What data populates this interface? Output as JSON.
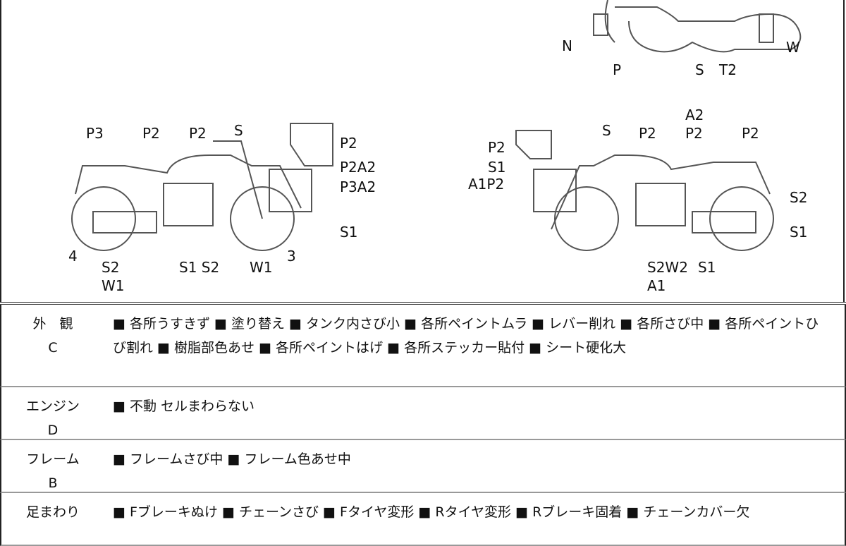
{
  "top_view": {
    "labels": [
      "N",
      "P",
      "S",
      "T2",
      "W"
    ]
  },
  "left_view": {
    "labels": [
      "P3",
      "P2",
      "P2",
      "S",
      "P2",
      "P2A2",
      "P3A2",
      "S1",
      "4",
      "S2",
      "W1",
      "S1 S2",
      "W1",
      "3"
    ]
  },
  "right_view": {
    "labels": [
      "S",
      "P2",
      "A2",
      "P2",
      "P2",
      "P2",
      "S1",
      "A1P2",
      "S2",
      "S1",
      "S2W2",
      "S1",
      "A1"
    ]
  },
  "rows": [
    {
      "name": "外　観",
      "grade": "C",
      "items": "■ 各所うすきず ■ 塗り替え ■ タンク内さび小 ■ 各所ペイントムラ ■ レバー削れ ■ 各所さび中 ■ 各所ペイントひび割れ ■ 樹脂部色あせ ■ 各所ペイントはげ ■ 各所ステッカー貼付 ■ シート硬化大"
    },
    {
      "name": "エンジン",
      "grade": "D",
      "items": "■ 不動 セルまわらない"
    },
    {
      "name": "フレーム",
      "grade": "B",
      "items": "■ フレームさび中 ■ フレーム色あせ中"
    },
    {
      "name": "足まわり",
      "grade": "",
      "items": "■ Fブレーキぬけ ■ チェーンさび ■ Fタイヤ変形 ■ Rタイヤ変形 ■ Rブレーキ固着 ■ チェーンカバー欠"
    }
  ]
}
